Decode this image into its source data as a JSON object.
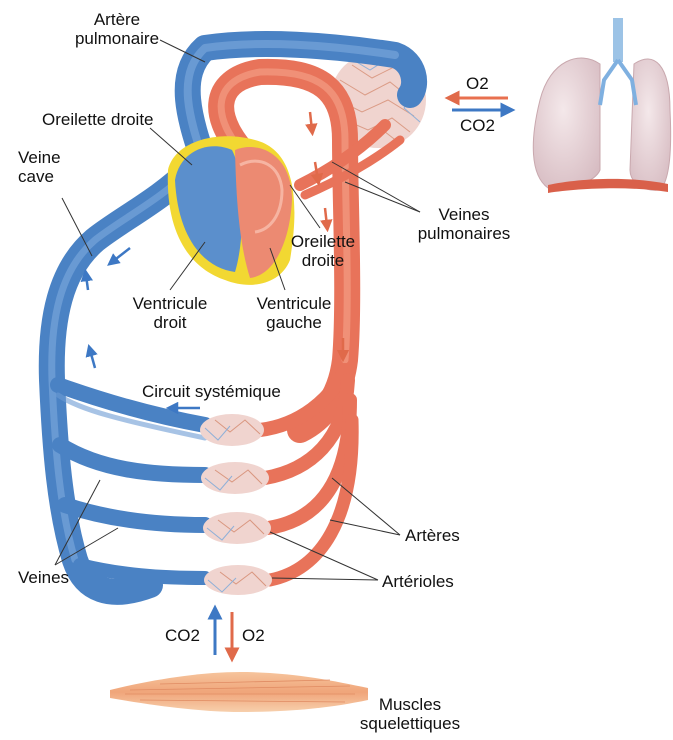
{
  "labels": {
    "artere_pulmonaire": [
      "Artère",
      "pulmonaire"
    ],
    "oreillette_droite_top": "Oreilette droite",
    "veine_cave": [
      "Veine",
      "cave"
    ],
    "oreillette_droite_mid": [
      "Oreilette",
      "droite"
    ],
    "veines_pulmonaires": [
      "Veines",
      "pulmonaires"
    ],
    "ventricule_droit": [
      "Ventricule",
      "droit"
    ],
    "ventricule_gauche": [
      "Ventricule",
      "gauche"
    ],
    "circuit_systemique": "Circuit systémique",
    "arteres": "Artères",
    "arterioles": "Artérioles",
    "veines": "Veines",
    "muscles": [
      "Muscles",
      "squelettiques"
    ]
  },
  "gas_exchange": {
    "lungs": {
      "in": "O2",
      "out": "CO2"
    },
    "muscles": {
      "left": "CO2",
      "right": "O2"
    }
  },
  "colors": {
    "venous_blue": "#4f86c6",
    "arterial_red": "#e8735a",
    "heart_yellow": "#f2d832",
    "capillary_pink": "#f0d4cf",
    "lung_pink": "#ead9dc"
  }
}
